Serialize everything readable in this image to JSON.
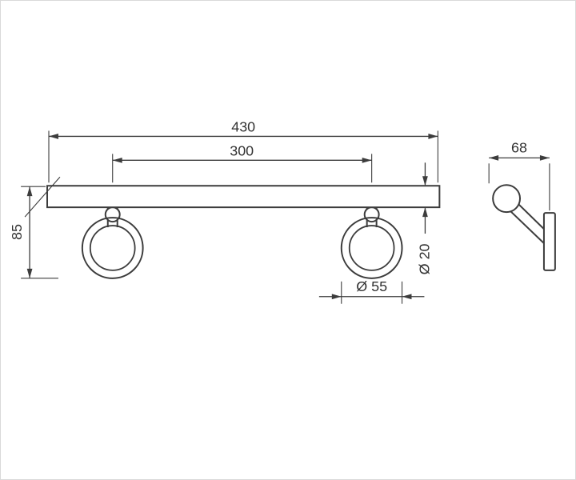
{
  "dims": {
    "overall_width": "430",
    "post_spacing": "300",
    "height": "85",
    "bar_diameter": "Ø 20",
    "flange_diameter": "Ø 55",
    "depth": "68"
  },
  "colors": {
    "line": "#3c3c3c",
    "text": "#333333",
    "background": "#ffffff",
    "frame": "#d9d9d9"
  }
}
